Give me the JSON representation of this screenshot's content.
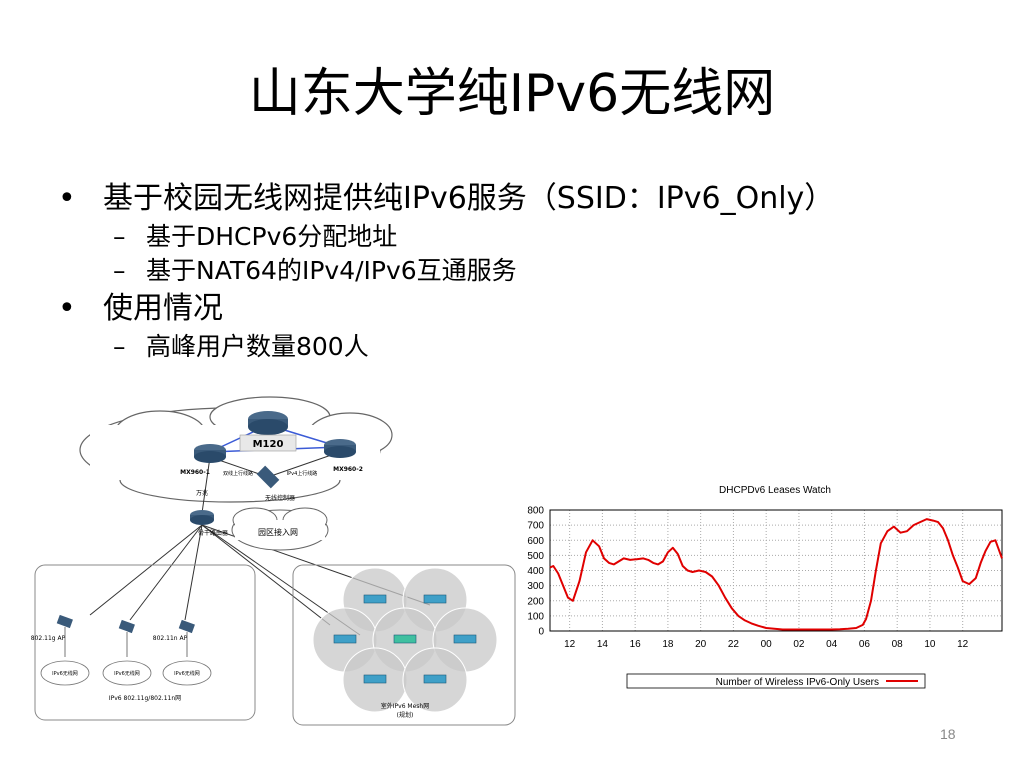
{
  "slide": {
    "title": "山东大学纯IPv6无线网",
    "page_number": "18"
  },
  "bullets": [
    {
      "marker": "•",
      "text": "基于校园无线网提供纯IPv6服务（SSID：IPv6_Only）",
      "sub": [
        {
          "marker": "–",
          "text": "基于DHCPv6分配地址"
        },
        {
          "marker": "–",
          "text": "基于NAT64的IPv4/IPv6互通服务"
        }
      ]
    },
    {
      "marker": "•",
      "text": "使用情况",
      "sub": [
        {
          "marker": "–",
          "text": "高峰用户数量800人"
        }
      ]
    }
  ],
  "diagram": {
    "core_router": "M120",
    "router_left": "MX960-1",
    "router_right": "MX960-2",
    "left_router_tag": "万兆",
    "left_link_note": "双线上行线路",
    "right_link_note": "IPv4上行线路",
    "controller": "无线控制器",
    "edge_router": "骨干路由器",
    "campus_net": "园区接入网",
    "ap_left": "802.11g AP",
    "ap_right": "802.11n AP",
    "cloud_1": "IPv6无线网",
    "cloud_2": "IPv6无线网",
    "cloud_3": "IPv6无线网",
    "left_box_label": "IPv6 802.11g/802.11n网",
    "right_box_label": "室外IPv6 Mesh网",
    "right_box_sub": "(规划)"
  },
  "chart_data": {
    "type": "line",
    "title": "DHCPDv6 Leases Watch",
    "x_tick_labels": [
      "12",
      "14",
      "16",
      "18",
      "20",
      "22",
      "00",
      "02",
      "04",
      "06",
      "08",
      "10",
      "12"
    ],
    "y_ticks": [
      0,
      100,
      200,
      300,
      400,
      500,
      600,
      700,
      800
    ],
    "ylim": [
      0,
      800
    ],
    "xlim_hours": [
      10.8,
      38.4
    ],
    "grid": true,
    "legend_position": "bottom",
    "series": [
      {
        "name": "Number of Wireless IPv6-Only Users",
        "color": "#e00000",
        "x": [
          10.8,
          11.0,
          11.3,
          11.6,
          11.9,
          12.2,
          12.6,
          13.0,
          13.4,
          13.8,
          14.1,
          14.4,
          14.7,
          15.0,
          15.3,
          15.7,
          16.1,
          16.5,
          16.8,
          17.1,
          17.4,
          17.7,
          18.0,
          18.3,
          18.6,
          18.9,
          19.2,
          19.5,
          19.9,
          20.3,
          20.7,
          21.1,
          21.5,
          21.9,
          22.3,
          22.7,
          23.1,
          23.5,
          24.0,
          24.5,
          25.0,
          26.0,
          27.0,
          28.0,
          28.5,
          29.0,
          29.5,
          29.9,
          30.1,
          30.4,
          30.7,
          31.0,
          31.4,
          31.8,
          32.2,
          32.6,
          33.0,
          33.4,
          33.8,
          34.2,
          34.5,
          34.8,
          35.1,
          35.4,
          35.7,
          36.0,
          36.4,
          36.8,
          37.1,
          37.4,
          37.7,
          38.0,
          38.2,
          38.4
        ],
        "y": [
          420,
          430,
          380,
          300,
          220,
          200,
          330,
          520,
          600,
          560,
          480,
          450,
          440,
          460,
          480,
          470,
          475,
          480,
          470,
          450,
          440,
          460,
          520,
          550,
          510,
          430,
          400,
          390,
          400,
          390,
          360,
          300,
          220,
          150,
          100,
          70,
          50,
          35,
          20,
          15,
          10,
          10,
          10,
          10,
          12,
          15,
          20,
          40,
          80,
          200,
          400,
          580,
          660,
          690,
          650,
          660,
          700,
          720,
          740,
          730,
          720,
          680,
          600,
          500,
          420,
          330,
          310,
          350,
          450,
          530,
          590,
          600,
          540,
          480
        ]
      }
    ]
  }
}
